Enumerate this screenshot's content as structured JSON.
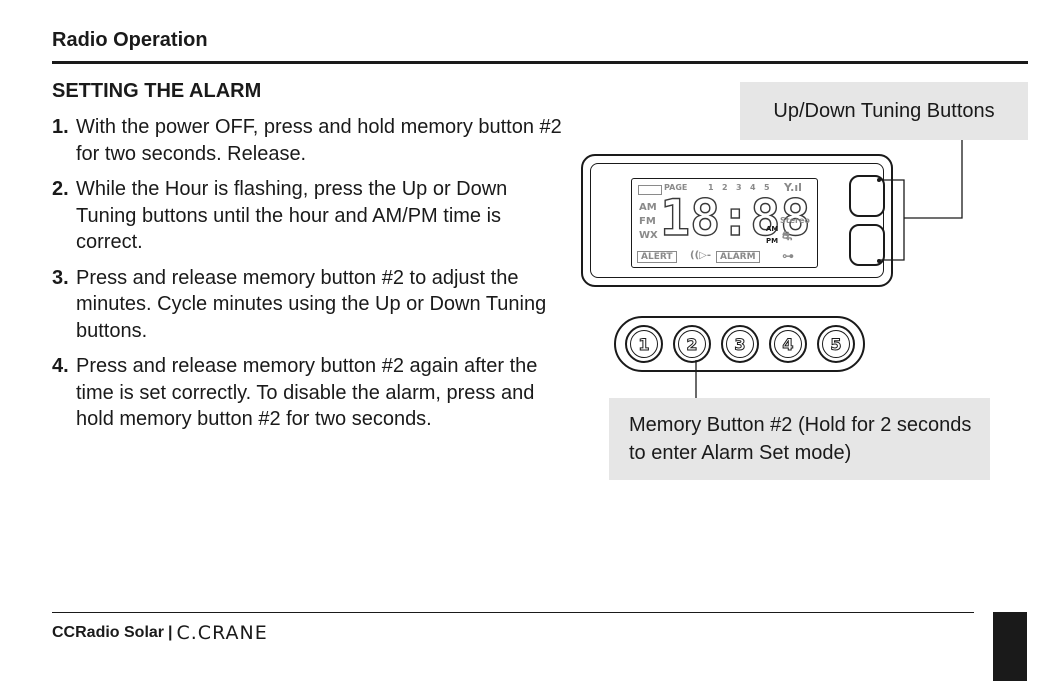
{
  "header": {
    "section": "Radio Operation"
  },
  "content": {
    "heading": "SETTING THE ALARM",
    "steps": [
      {
        "num": "1.",
        "text": "With the power OFF, press and hold memory button #2 for two seconds. Release."
      },
      {
        "num": "2.",
        "text": "While the Hour is flashing, press the Up or Down Tuning buttons until the hour and AM/PM time is correct."
      },
      {
        "num": "3.",
        "text": "Press and release memory button #2 to adjust the minutes. Cycle minutes using the Up or Down Tuning buttons."
      },
      {
        "num": "4.",
        "text": "Press and release memory button #2 again after the time is set correctly. To disable the alarm, press and hold memory button #2 for two seconds."
      }
    ]
  },
  "diagram": {
    "callout_tuning": "Up/Down Tuning Buttons",
    "callout_memory": "Memory Button #2 (Hold for 2 seconds to enter Alarm Set mode)",
    "lcd": {
      "page": "PAGE",
      "bands": [
        "AM",
        "FM",
        "WX"
      ],
      "digits": "18:88",
      "am": "AM",
      "pm": "PM",
      "stereo": "Stereo",
      "alert": "ALERT",
      "alarm": "ALARM",
      "presets": [
        "1",
        "2",
        "3",
        "4",
        "5"
      ]
    },
    "memory_buttons": [
      "1",
      "2",
      "3",
      "4",
      "5"
    ]
  },
  "footer": {
    "product": "CCRadio Solar",
    "separator": "|",
    "brand": "C.CRANE"
  }
}
